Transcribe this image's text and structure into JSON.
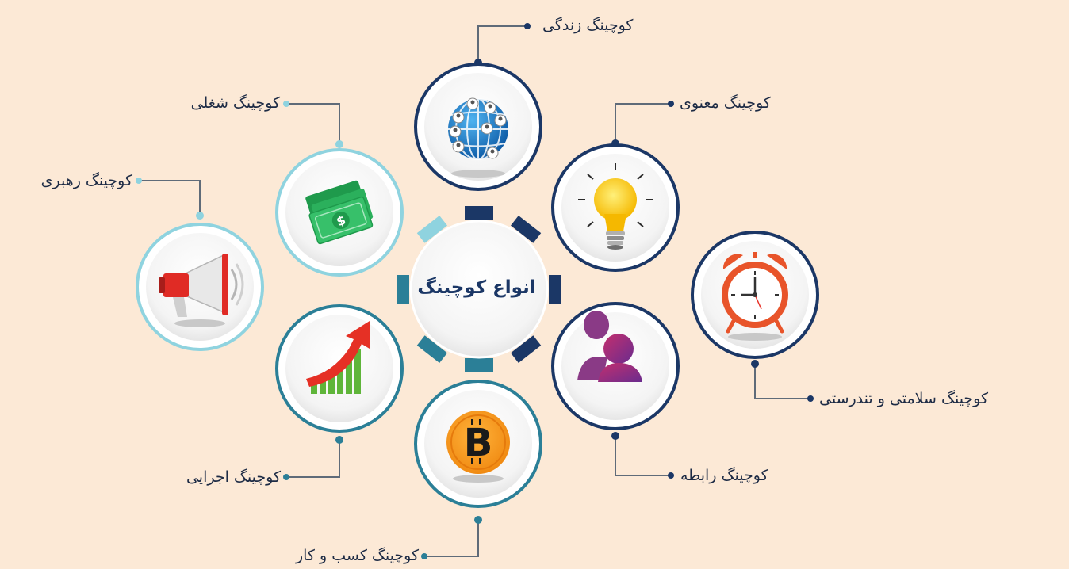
{
  "title": "انواع کوچینگ",
  "nodes": [
    {
      "key": "life",
      "label": "کوچینگ زندگی",
      "icon": "globe-network-icon"
    },
    {
      "key": "spiritual",
      "label": "کوچینگ معنوی",
      "icon": "light-bulb-icon"
    },
    {
      "key": "health",
      "label": "کوچینگ سلامتی و تندرستی",
      "icon": "alarm-clock-icon"
    },
    {
      "key": "relationship",
      "label": "کوچینگ رابطه",
      "icon": "two-people-icon"
    },
    {
      "key": "business",
      "label": "کوچینگ کسب و کار",
      "icon": "bitcoin-icon"
    },
    {
      "key": "executive",
      "label": "کوچینگ اجرایی",
      "icon": "growth-chart-icon"
    },
    {
      "key": "leadership",
      "label": "کوچینگ رهبری",
      "icon": "megaphone-icon"
    },
    {
      "key": "career",
      "label": "کوچینگ شغلی",
      "icon": "money-icon"
    }
  ],
  "colors": {
    "background": "#fce9d6",
    "dark_navy": "#1b3766",
    "teal": "#2b7f97",
    "light_blue": "#8fd3df",
    "label_text": "#1d2b45"
  }
}
